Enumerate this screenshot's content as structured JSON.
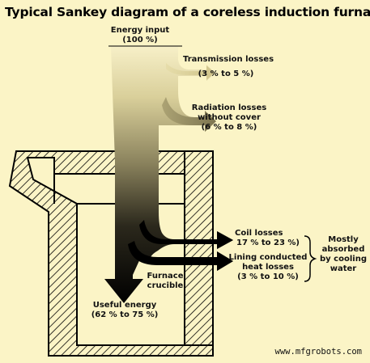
{
  "title": "Typical Sankey diagram of a coreless induction furnace",
  "energy_input": {
    "line1": "Energy input",
    "line2": "(100 %)"
  },
  "transmission_losses": {
    "line1": "Transmission losses",
    "line2": "(3 % to 5 %)"
  },
  "radiation_losses": {
    "line1": "Radiation losses",
    "line2": "without cover",
    "line3": "(6 % to 8 %)"
  },
  "coil_losses": {
    "line1": "Coil losses",
    "line2": "17 % to 23 %)"
  },
  "lining_losses": {
    "line1": "Lining conducted",
    "line2": "heat losses",
    "line3": "(3 % to 10 %)"
  },
  "cooling_note": {
    "line1": "Mostly",
    "line2": "absorbed",
    "line3": "by cooling",
    "line4": "water"
  },
  "furnace_crucible": {
    "line1": "Furnace",
    "line2": "crucible"
  },
  "useful_energy": {
    "line1": "Useful energy",
    "line2": "(62 % to 75 %)"
  },
  "website": "www.mfgrobots.com",
  "colors": {
    "background": "#fbf4c6",
    "flow_top": "#f7f0c8",
    "flow_bottom": "#000000",
    "hatch": "#000000",
    "furnace_fill": "#fbf4c6"
  },
  "flows": [
    {
      "name": "energy-input",
      "percent": "100 %"
    },
    {
      "name": "transmission-losses",
      "percent": "3 % to 5 %"
    },
    {
      "name": "radiation-losses",
      "percent": "6 % to 8 %"
    },
    {
      "name": "coil-losses",
      "percent": "17 % to 23 %"
    },
    {
      "name": "lining-conducted-heat-losses",
      "percent": "3 % to 10 %"
    },
    {
      "name": "useful-energy",
      "percent": "62 % to 75 %"
    }
  ]
}
